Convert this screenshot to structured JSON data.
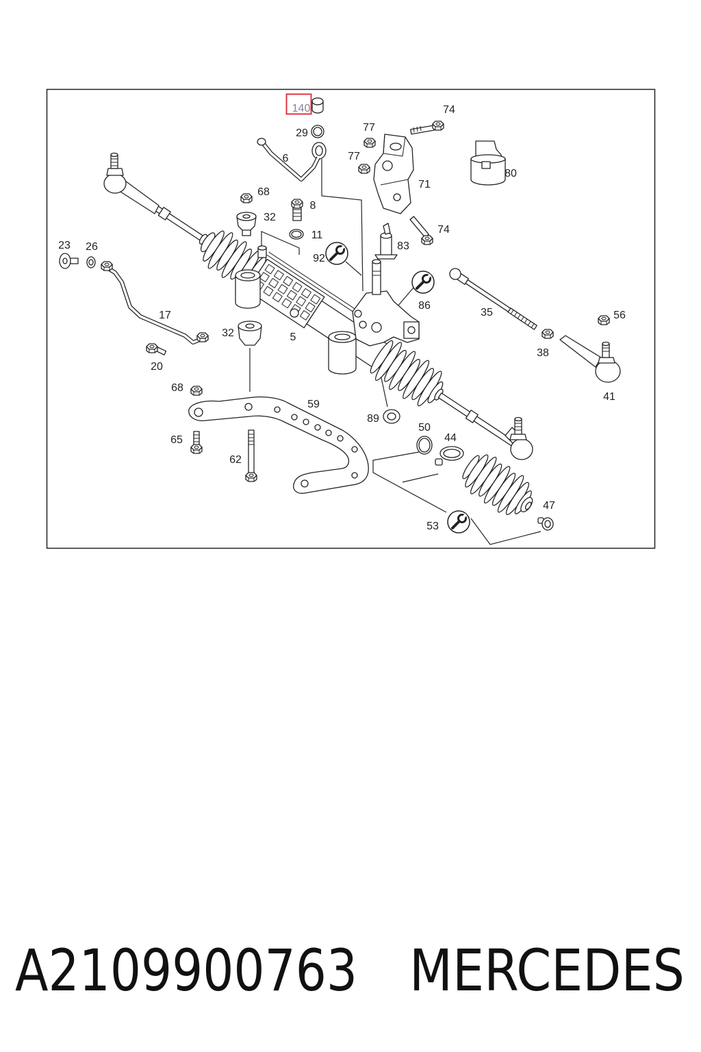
{
  "diagram": {
    "highlight_color": "#e0353f",
    "line_color": "#222222",
    "callouts": [
      {
        "label": "140",
        "highlighted": true
      },
      {
        "label": "29"
      },
      {
        "label": "74"
      },
      {
        "label": "77"
      },
      {
        "label": "77"
      },
      {
        "label": "6"
      },
      {
        "label": "80"
      },
      {
        "label": "71"
      },
      {
        "label": "68"
      },
      {
        "label": "8"
      },
      {
        "label": "32"
      },
      {
        "label": "11"
      },
      {
        "label": "74"
      },
      {
        "label": "83"
      },
      {
        "label": "23"
      },
      {
        "label": "26"
      },
      {
        "label": "92",
        "symbol": "wrench-icon"
      },
      {
        "label": "86",
        "symbol": "wrench-icon"
      },
      {
        "label": "35"
      },
      {
        "label": "56"
      },
      {
        "label": "17"
      },
      {
        "label": "32"
      },
      {
        "label": "5"
      },
      {
        "label": "38"
      },
      {
        "label": "20"
      },
      {
        "label": "41"
      },
      {
        "label": "68"
      },
      {
        "label": "59"
      },
      {
        "label": "89"
      },
      {
        "label": "50"
      },
      {
        "label": "44"
      },
      {
        "label": "65"
      },
      {
        "label": "62"
      },
      {
        "label": "47"
      },
      {
        "label": "53",
        "symbol": "wrench-icon"
      }
    ]
  },
  "caption": {
    "part_number": "A2109900763",
    "brand": "MERCEDES"
  }
}
